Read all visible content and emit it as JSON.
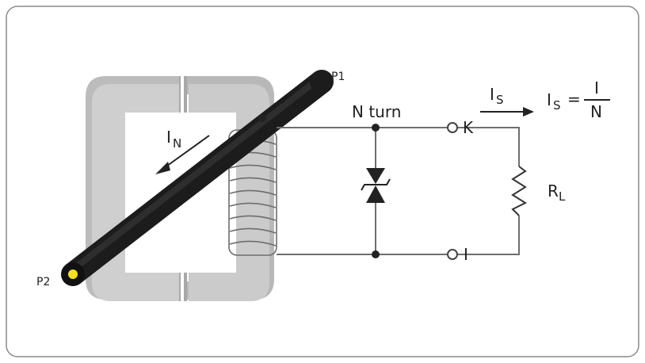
{
  "labels": {
    "p1": "P1",
    "p2": "P2",
    "primary_current": "I",
    "primary_current_sub": "N",
    "n_turn": "N turn",
    "terminal_k": "K",
    "terminal_i": "I",
    "secondary_current": "I",
    "secondary_current_sub": "S",
    "resistor": "R",
    "resistor_sub": "L",
    "formula_lhs": "I",
    "formula_lhs_sub": "S",
    "formula_eq": "=",
    "formula_num": "I",
    "formula_den": "N"
  },
  "colors": {
    "frame": "#888888",
    "core_dark": "#b4b4b4",
    "core_light": "#cdcdcd",
    "conductor": "#2a2a2a",
    "conductor_core": "#f2e21a",
    "wire": "#6e6e6e",
    "text": "#222222"
  },
  "icons": {
    "current_arrow": "arrow-down-left-icon",
    "secondary_arrow": "arrow-right-icon",
    "diode": "bidirectional-zener-diode-icon",
    "resistor": "resistor-zigzag-icon"
  }
}
